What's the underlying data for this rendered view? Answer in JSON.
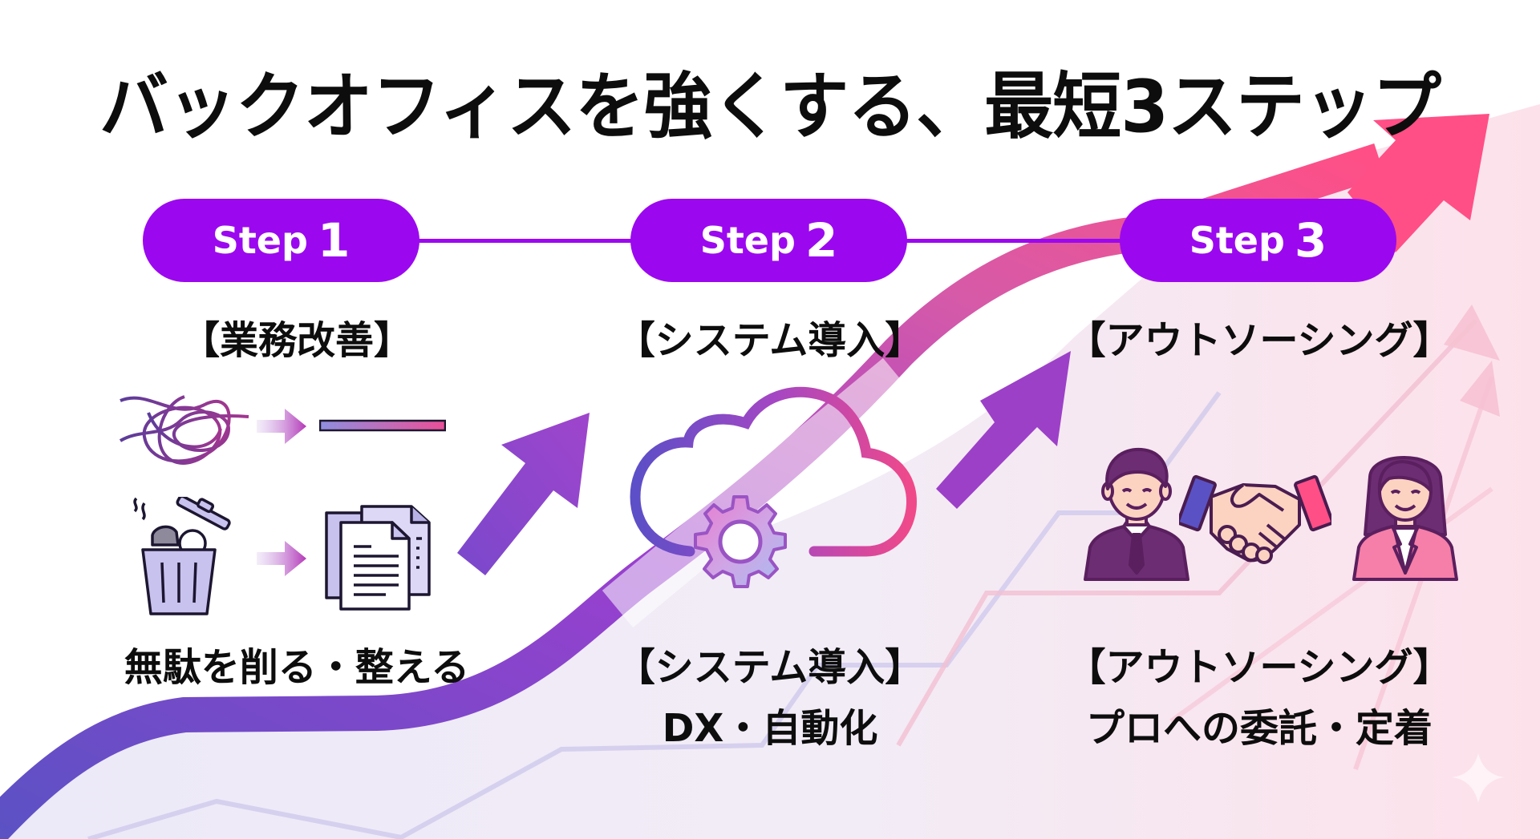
{
  "title": "バックオフィスを強くする、最短3ステップ",
  "colors": {
    "pill": "#9b08ef",
    "accent_blue": "#5a52c4",
    "accent_purple": "#9b3fcf",
    "accent_pink": "#ff4f86",
    "icon_fill": "#c8c2ef",
    "skin": "#fcd3c1",
    "suit_dark": "#6d2d73",
    "suit_pink": "#f57fa8"
  },
  "steps": [
    {
      "word": "Step",
      "number": "1",
      "heading": "【業務改善】",
      "caption_lines": [
        "無駄を削る・整える"
      ],
      "icons": [
        "tangled-line-icon",
        "arrow-right-icon",
        "straight-line-icon",
        "trash-can-icon",
        "arrow-right-icon",
        "documents-icon"
      ]
    },
    {
      "word": "Step",
      "number": "2",
      "heading": "【システム導入】",
      "caption_lines": [
        "【システム導入】",
        "DX・自動化"
      ],
      "icons": [
        "cloud-icon",
        "gear-icon"
      ]
    },
    {
      "word": "Step",
      "number": "3",
      "heading": "【アウトソーシング】",
      "caption_lines": [
        "【アウトソーシング】",
        "プロへの委託・定着"
      ],
      "icons": [
        "businessman-icon",
        "handshake-icon",
        "businesswoman-icon"
      ]
    }
  ],
  "decorations": [
    "growth-curve",
    "up-arrow-icon",
    "up-arrow-icon",
    "big-up-arrow-icon",
    "sparkle-icon"
  ]
}
